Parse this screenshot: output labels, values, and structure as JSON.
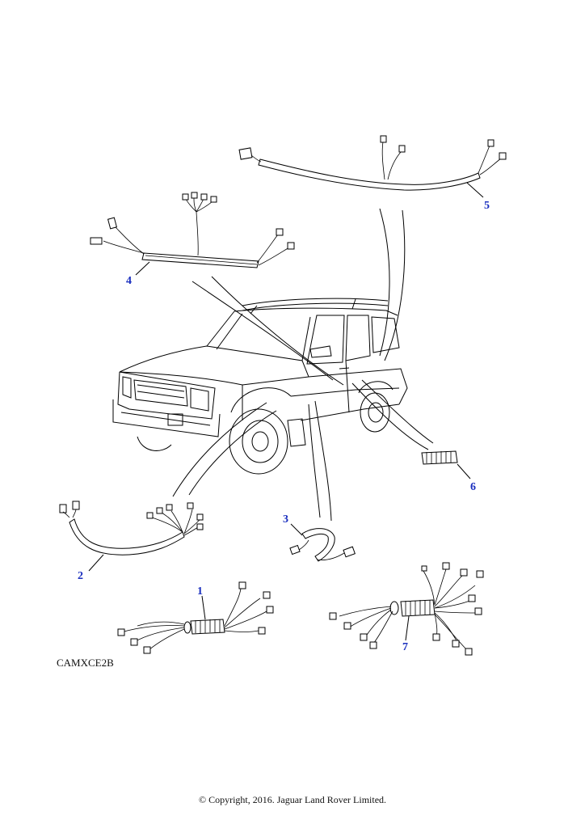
{
  "diagram": {
    "callouts": [
      {
        "id": "1",
        "label": "1"
      },
      {
        "id": "2",
        "label": "2"
      },
      {
        "id": "3",
        "label": "3"
      },
      {
        "id": "4",
        "label": "4"
      },
      {
        "id": "5",
        "label": "5"
      },
      {
        "id": "6",
        "label": "6"
      },
      {
        "id": "7",
        "label": "7"
      }
    ],
    "illustration_code": "CAMXCE2B",
    "copyright": "© Copyright, 2016. Jaguar Land Rover Limited."
  },
  "colors": {
    "callout": "#1a2fbf",
    "line": "#000000",
    "background": "#ffffff"
  }
}
